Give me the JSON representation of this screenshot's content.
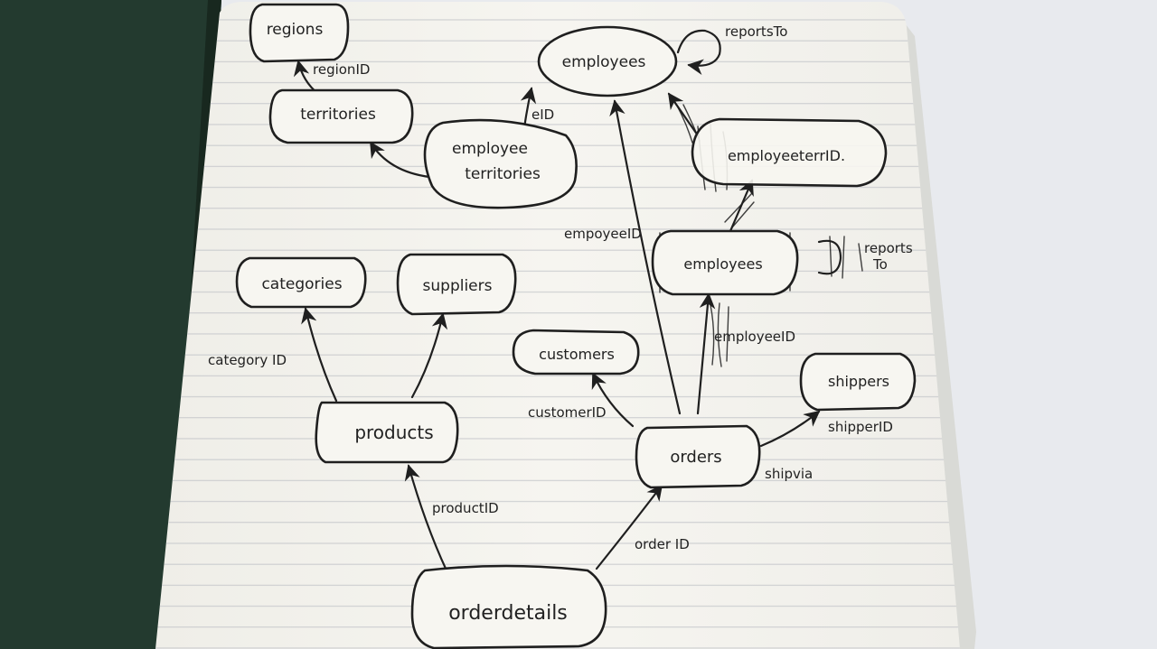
{
  "diagram": {
    "nodes": {
      "regions": {
        "label": "regions"
      },
      "territories": {
        "label": "territories"
      },
      "employees": {
        "label": "employees"
      },
      "employee_territories": {
        "label_line1": "employee",
        "label_line2": "territories"
      },
      "employeeterr_scribbled": {
        "label": "employeeterrID."
      },
      "employees_scribbled": {
        "label": "employees"
      },
      "categories": {
        "label": "categories"
      },
      "suppliers": {
        "label": "suppliers"
      },
      "customers": {
        "label": "customers"
      },
      "shippers": {
        "label": "shippers"
      },
      "products": {
        "label": "products"
      },
      "orders": {
        "label": "orders"
      },
      "orderdetails": {
        "label": "orderdetails"
      }
    },
    "edges": {
      "regionID": "regionID",
      "eID": "eID",
      "reportsTo": "reportsTo",
      "employeeID_main": "empoyeeID",
      "employeeID_scribbled": "employeeID",
      "reportsTo_scribbled_1": "reports",
      "reportsTo_scribbled_2": "To",
      "categoryID": "category ID",
      "customerID": "customerID",
      "shipperID": "shipperID",
      "shipvia": "shipvia",
      "productID": "productID",
      "orderID": "order ID"
    }
  }
}
